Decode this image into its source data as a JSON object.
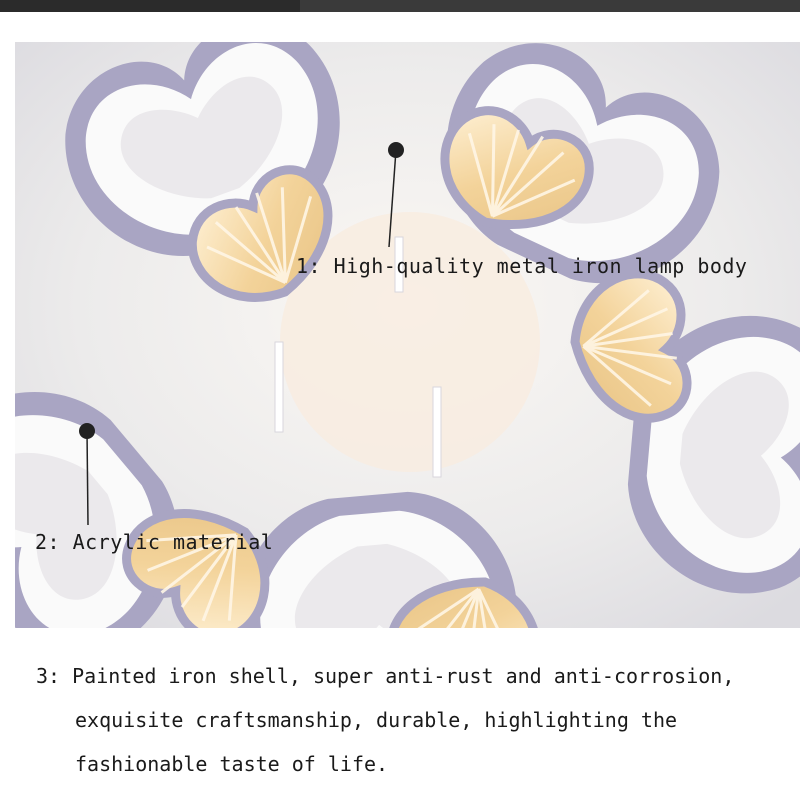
{
  "callouts": [
    {
      "label": "1: High-quality metal iron lamp body"
    },
    {
      "label": "2: Acrylic material"
    }
  ],
  "description": {
    "line1": "3: Painted iron shell, super anti-rust and anti-corrosion,",
    "line2": "exquisite craftsmanship, durable, highlighting the",
    "line3": "fashionable taste of life."
  },
  "colors": {
    "frame": "#a9a5c3",
    "acrylic": "#fafafa",
    "glow": "#f5d9a6",
    "background": "#f1efef",
    "marker": "#222222"
  }
}
